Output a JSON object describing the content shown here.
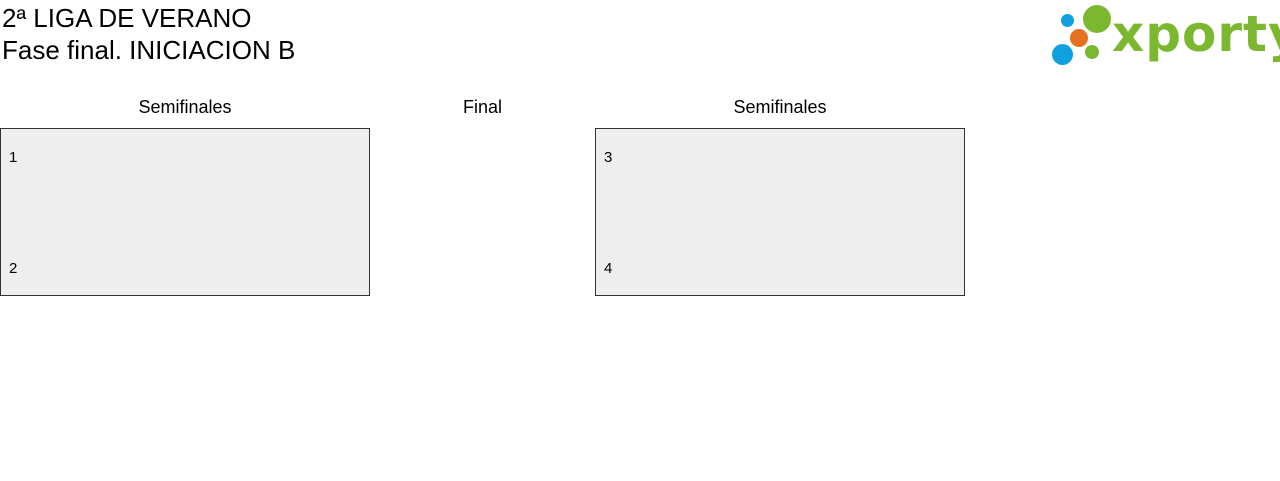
{
  "header": {
    "title": "2ª LIGA DE VERANO",
    "subtitle": "Fase final. INICIACION B"
  },
  "logo": {
    "text": "xporty",
    "colors": {
      "green": "#7cb82f",
      "blue": "#0fa0e0",
      "orange": "#e5701e"
    }
  },
  "bracket": {
    "rounds": {
      "left": "Semifinales",
      "center": "Final",
      "right": "Semifinales"
    },
    "matches": [
      {
        "seed_top": "1",
        "seed_bottom": "2"
      },
      {
        "seed_top": "3",
        "seed_bottom": "4"
      }
    ]
  },
  "colors": {
    "box_background": "#eeeeee",
    "box_border": "#333333"
  }
}
